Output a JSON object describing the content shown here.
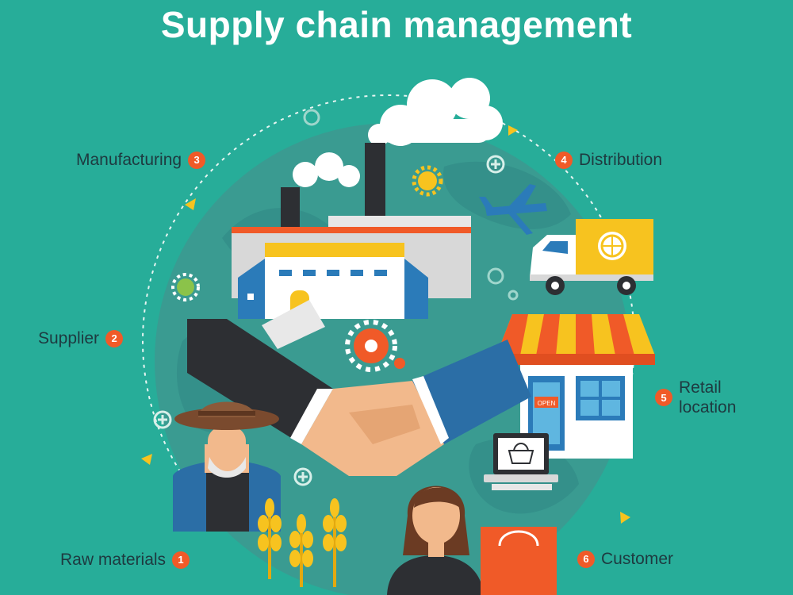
{
  "header": {
    "title": "Supply chain management"
  },
  "stages": [
    {
      "number": "1",
      "label": "Raw materials"
    },
    {
      "number": "2",
      "label": "Supplier"
    },
    {
      "number": "3",
      "label": "Manufacturing"
    },
    {
      "number": "4",
      "label": "Distribution"
    },
    {
      "number": "5",
      "label": "Retail\nlocation"
    },
    {
      "number": "6",
      "label": "Customer"
    }
  ],
  "shop": {
    "sign_text": "OPEN"
  },
  "colors": {
    "background": "#27ad99",
    "globe": "#3a9b91",
    "badge": "#f05a28",
    "label_text": "#1e3a40",
    "accent_yellow": "#f7c31f"
  },
  "icons": [
    "factory-icon",
    "delivery-truck-icon",
    "airplane-icon",
    "cloud-icon",
    "gear-icon",
    "handshake-icon",
    "shop-icon",
    "laptop-icon",
    "shopping-bag-icon",
    "farmer-icon",
    "customer-icon",
    "wheat-icon"
  ]
}
